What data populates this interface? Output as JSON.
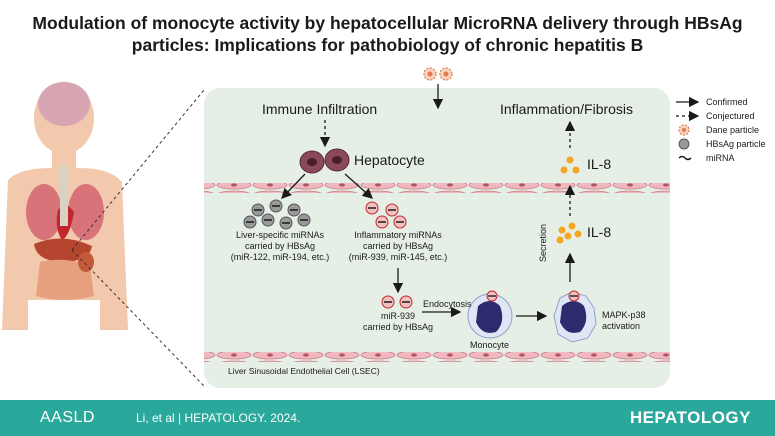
{
  "title": "Modulation of monocyte activity by hepatocellular MicroRNA delivery through HBsAg particles: Implications for pathobiology of chronic hepatitis B",
  "diagram": {
    "immune_infiltration": "Immune Infiltration",
    "hepatocyte": "Hepatocyte",
    "inflammation_fibrosis": "Inflammation/Fibrosis",
    "il8_top": "IL-8",
    "il8_mid": "IL-8",
    "liver_mirnas": [
      "Liver-specific miRNAs",
      "carried by HBsAg",
      "(miR-122, miR-194, etc.)"
    ],
    "inflam_mirnas": [
      "Inflammatory miRNAs",
      "carried by HBsAg",
      "(miR-939, miR-145, etc.)"
    ],
    "mir939": [
      "miR-939",
      "carried by HBsAg"
    ],
    "endocytosis": "Endocytosis",
    "monocyte": "Monocyte",
    "secretion": "Secretion",
    "mapk": [
      "MAPK-p38",
      "activation"
    ],
    "lsec": "Liver Sinusoidal Endothelial Cell (LSEC)"
  },
  "legend": {
    "confirmed": "Confirmed",
    "conjectured": "Conjectured",
    "dane": "Dane particle",
    "hbsag": "HBsAg particle",
    "mirna": "miRNA"
  },
  "footer": {
    "logo": "AASLD",
    "citation": "Li, et al  |  HEPATOLOGY. 2024.",
    "journal": "HEPATOLOGY"
  },
  "colors": {
    "footer": "#2aa89b",
    "panel": "#e6efe6",
    "endothelium": "#e8a0a8",
    "il8": "#f5a623",
    "monocyte_nucleus": "#2d2a6e"
  }
}
